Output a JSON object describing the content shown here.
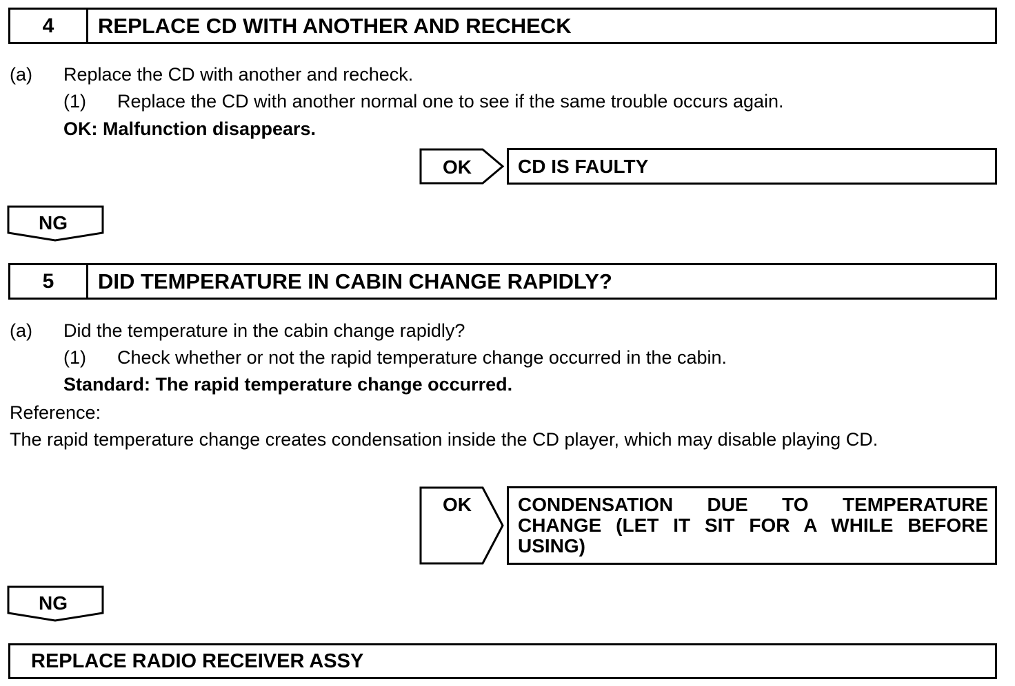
{
  "step4": {
    "number": "4",
    "title": "REPLACE CD WITH ANOTHER AND RECHECK",
    "item_a_marker": "(a)",
    "item_a_text": "Replace the CD with another and recheck.",
    "sub1_marker": "(1)",
    "sub1_text": "Replace the CD with another normal one to see if the same trouble occurs again.",
    "ok_condition": "OK: Malfunction disappears.",
    "ok_label": "OK",
    "ok_result": "CD IS FAULTY",
    "ng_label": "NG"
  },
  "step5": {
    "number": "5",
    "title": "DID TEMPERATURE IN CABIN CHANGE RAPIDLY?",
    "item_a_marker": "(a)",
    "item_a_text": "Did the temperature in the cabin change rapidly?",
    "sub1_marker": "(1)",
    "sub1_text": "Check whether or not the rapid temperature change occurred in the cabin.",
    "standard": "Standard: The rapid temperature change occurred.",
    "reference_label": "Reference:",
    "reference_text": "The rapid temperature change creates condensation inside the CD player, which may disable playing CD.",
    "ok_label": "OK",
    "ok_result_line1": "CONDENSATION DUE TO TEMPERATURE",
    "ok_result_line2": "CHANGE (LET IT SIT FOR A WHILE BEFORE",
    "ok_result_line3": "USING)",
    "ng_label": "NG"
  },
  "final": {
    "action": "REPLACE RADIO RECEIVER ASSY"
  }
}
